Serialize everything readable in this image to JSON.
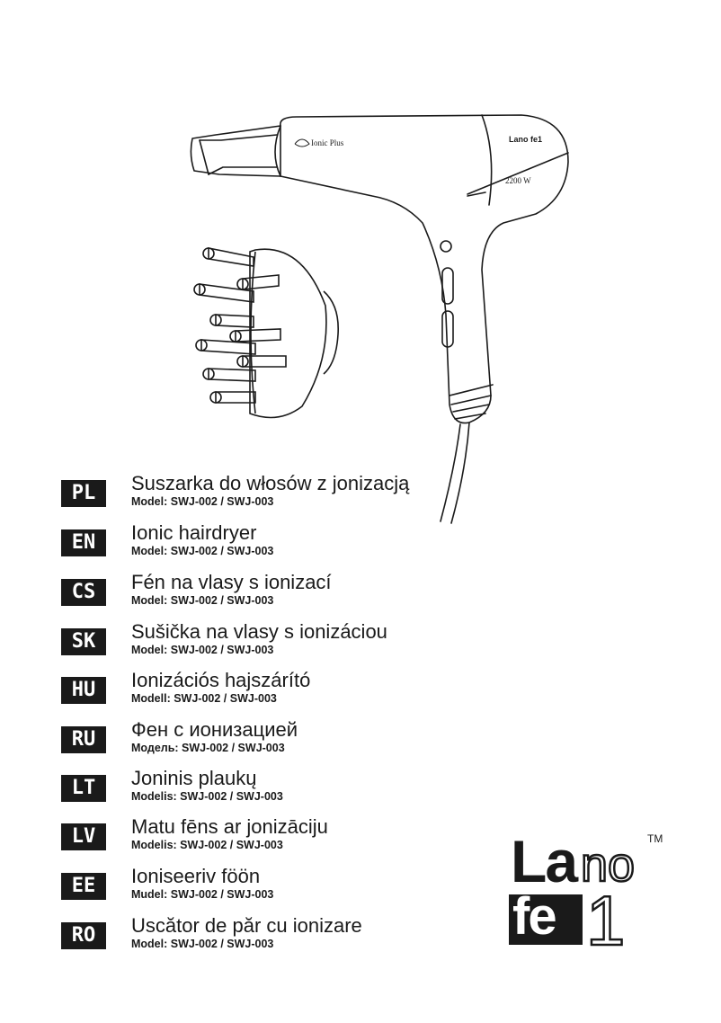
{
  "product": {
    "device_brand_small": "Lano fe1",
    "device_label": "Ionic Plus",
    "power_label": "2200 W"
  },
  "languages": [
    {
      "code": "PL",
      "title": "Suszarka do włosów z jonizacją",
      "model": "Model: SWJ-002 / SWJ-003"
    },
    {
      "code": "EN",
      "title": "Ionic hairdryer",
      "model": "Model: SWJ-002 / SWJ-003"
    },
    {
      "code": "CS",
      "title": "Fén na vlasy s ionizací",
      "model": "Model: SWJ-002 / SWJ-003"
    },
    {
      "code": "SK",
      "title": "Sušička na vlasy s ionizáciou",
      "model": "Model: SWJ-002 / SWJ-003"
    },
    {
      "code": "HU",
      "title": "Ionizációs hajszárító",
      "model": "Modell: SWJ-002 / SWJ-003"
    },
    {
      "code": "RU",
      "title": "Фен с ионизацией",
      "model": "Модель: SWJ-002 / SWJ-003"
    },
    {
      "code": "LT",
      "title": "Joninis plaukų",
      "model": "Modelis: SWJ-002 / SWJ-003"
    },
    {
      "code": "LV",
      "title": "Matu fēns ar jonizāciju",
      "model": "Modelis: SWJ-002 / SWJ-003"
    },
    {
      "code": "EE",
      "title": "Ioniseeriv föön",
      "model": "Mudel: SWJ-002 / SWJ-003"
    },
    {
      "code": "RO",
      "title": "Uscător de păr cu ionizare",
      "model": "Model: SWJ-002 / SWJ-003"
    }
  ],
  "logo": {
    "part_la": "La",
    "part_no": "no",
    "part_fe": "fe",
    "part_one": "1",
    "trademark": "TM"
  }
}
